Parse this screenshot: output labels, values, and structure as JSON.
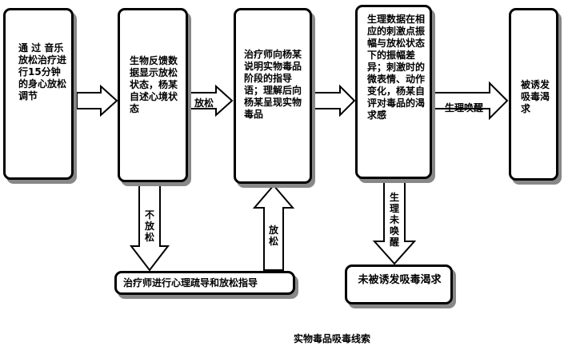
{
  "nodes": {
    "music_relax": "通 过 音乐放松治疗进行15分钟的身心放松调节",
    "biofeedback": "生物反馈数据显示放松状态，杨某自述心境状态",
    "therapist_instruct": "治疗师向杨某说明实物毒品阶段的指导语；理解后向杨某呈现实物毒品",
    "physiological_data": "生理数据在相应的刺激点振幅与放松状态下的振幅差异；刺激时的微表情、动作变化，杨某自评对毒品的渴求感",
    "craving_induced": "被诱发吸毒渴求",
    "guidance": "治疗师进行心理疏导和放松指导",
    "not_induced": "未被诱发吸毒渴求"
  },
  "edges": {
    "relax_label": "放松",
    "not_relax_label": "不放松",
    "relax_back_label": "放松",
    "arousal_label": "生理唤醒",
    "no_arousal_label": "生理未唤醒"
  },
  "caption": "实物毒品吸毒线索"
}
